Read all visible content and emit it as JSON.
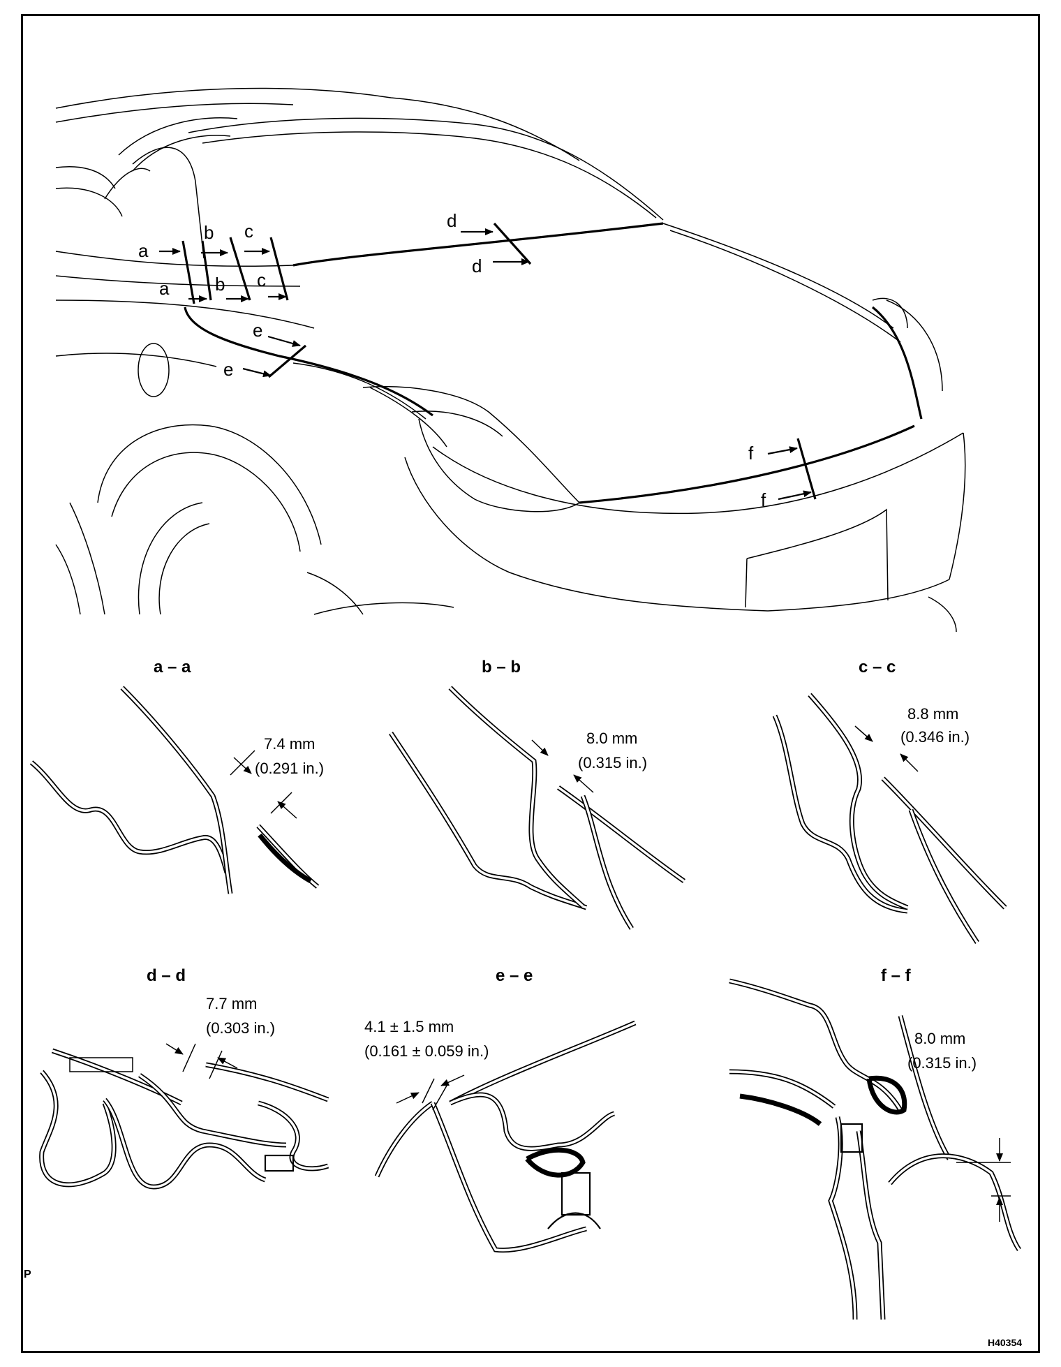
{
  "car_labels": {
    "a1": "a",
    "a2": "a",
    "b1": "b",
    "b2": "b",
    "c1": "c",
    "c2": "c",
    "d1": "d",
    "d2": "d",
    "e1": "e",
    "e2": "e",
    "f1": "f",
    "f2": "f"
  },
  "sections": {
    "aa": {
      "title": "a – a",
      "dim_mm": "7.4 mm",
      "dim_in": "(0.291 in.)"
    },
    "bb": {
      "title": "b – b",
      "dim_mm": "8.0 mm",
      "dim_in": "(0.315 in.)"
    },
    "cc": {
      "title": "c – c",
      "dim_mm": "8.8 mm",
      "dim_in": "(0.346 in.)"
    },
    "dd": {
      "title": "d – d",
      "dim_mm": "7.7 mm",
      "dim_in": "(0.303 in.)"
    },
    "ee": {
      "title": "e – e",
      "dim_mm": "4.1 ± 1.5 mm",
      "dim_in": "(0.161 ± 0.059 in.)"
    },
    "ff": {
      "title": "f – f",
      "dim_mm": "8.0 mm",
      "dim_in": "(0.315 in.)"
    }
  },
  "corner_code": "H40354",
  "page_mark": "P"
}
